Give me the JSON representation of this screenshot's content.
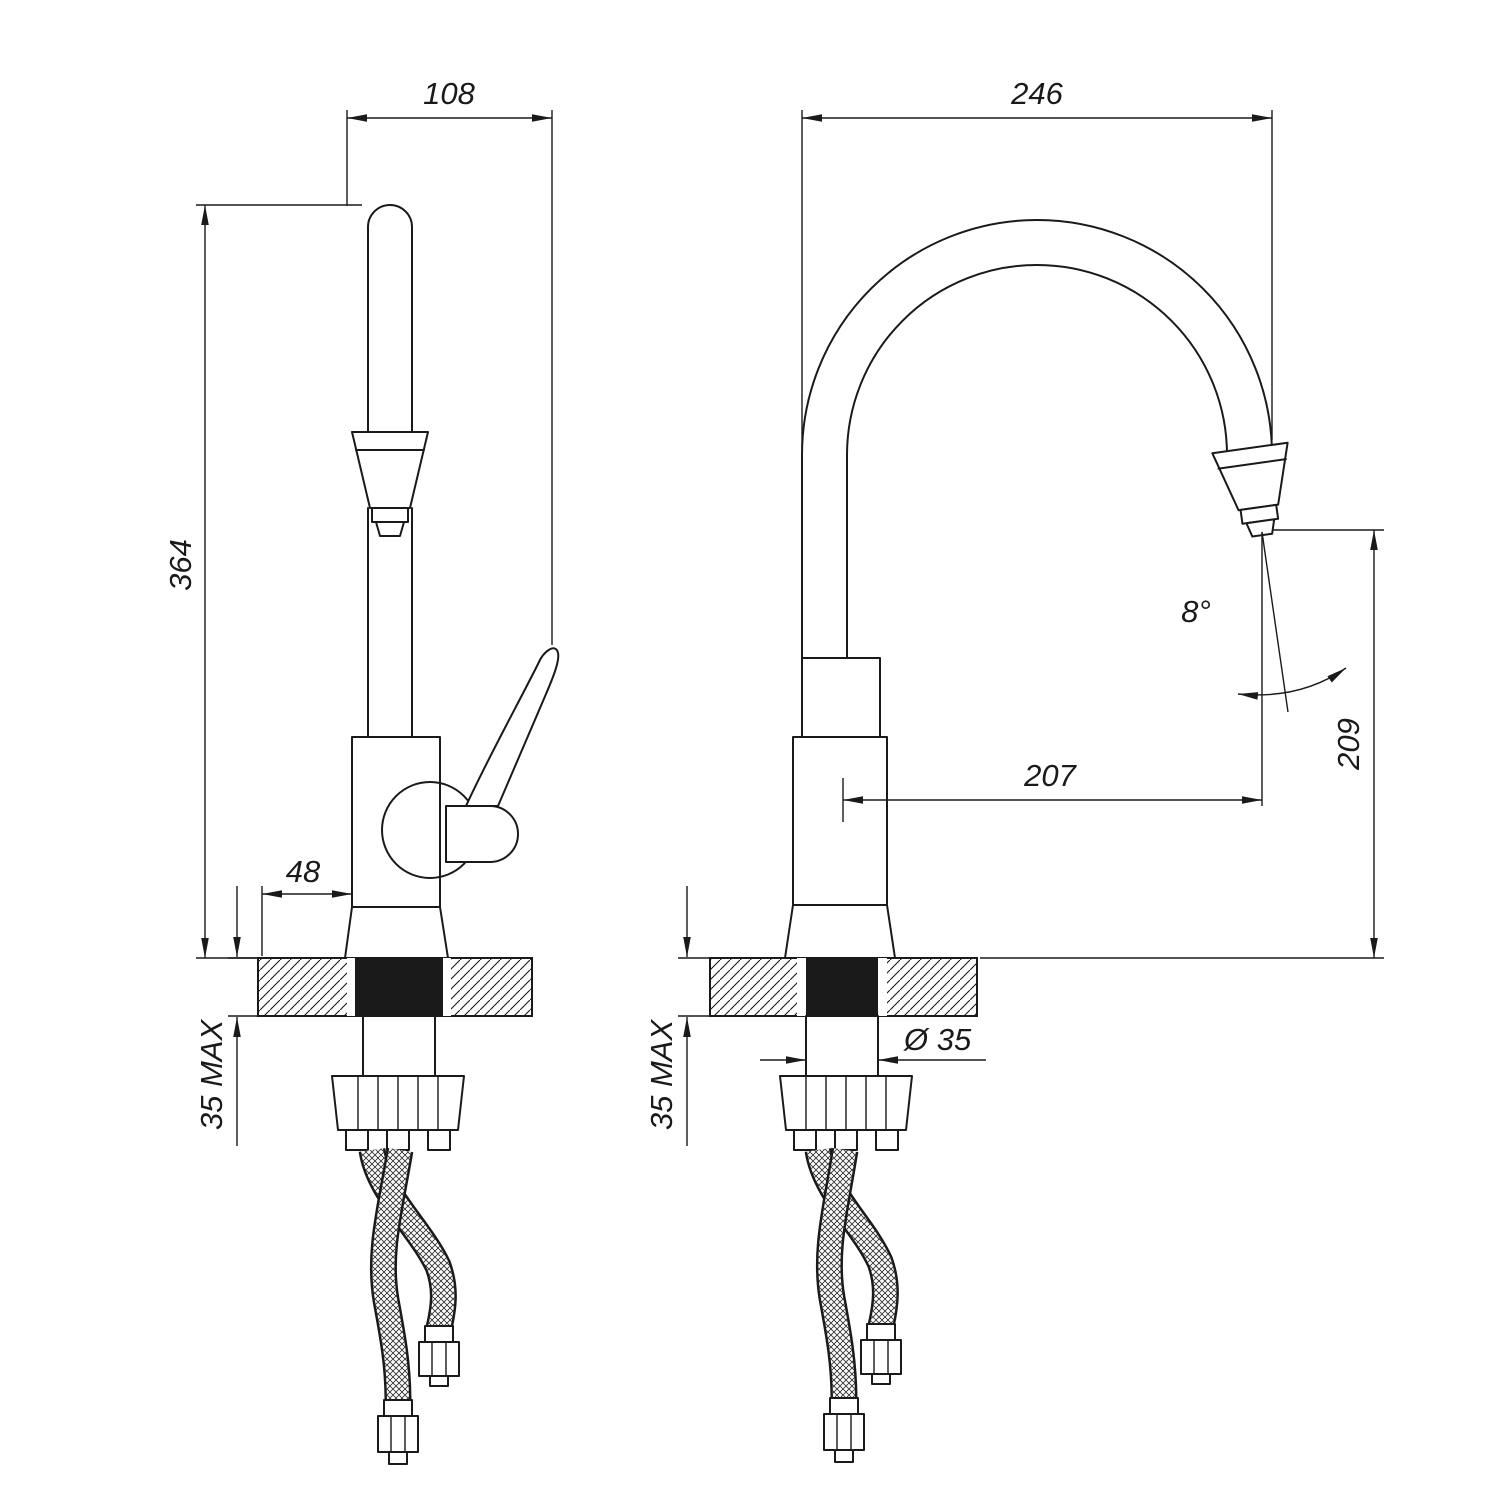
{
  "colors": {
    "background": "#ffffff",
    "line": "#1a1a1a"
  },
  "views": {
    "side": {
      "dims": {
        "depth": "108",
        "height": "364",
        "base": "48",
        "counter_max": "35 MAX"
      }
    },
    "front": {
      "dims": {
        "width": "246",
        "spray_angle": "8°",
        "outlet_height": "209",
        "reach": "207",
        "shank_diameter": "Ø 35",
        "counter_max": "35 MAX"
      }
    }
  }
}
